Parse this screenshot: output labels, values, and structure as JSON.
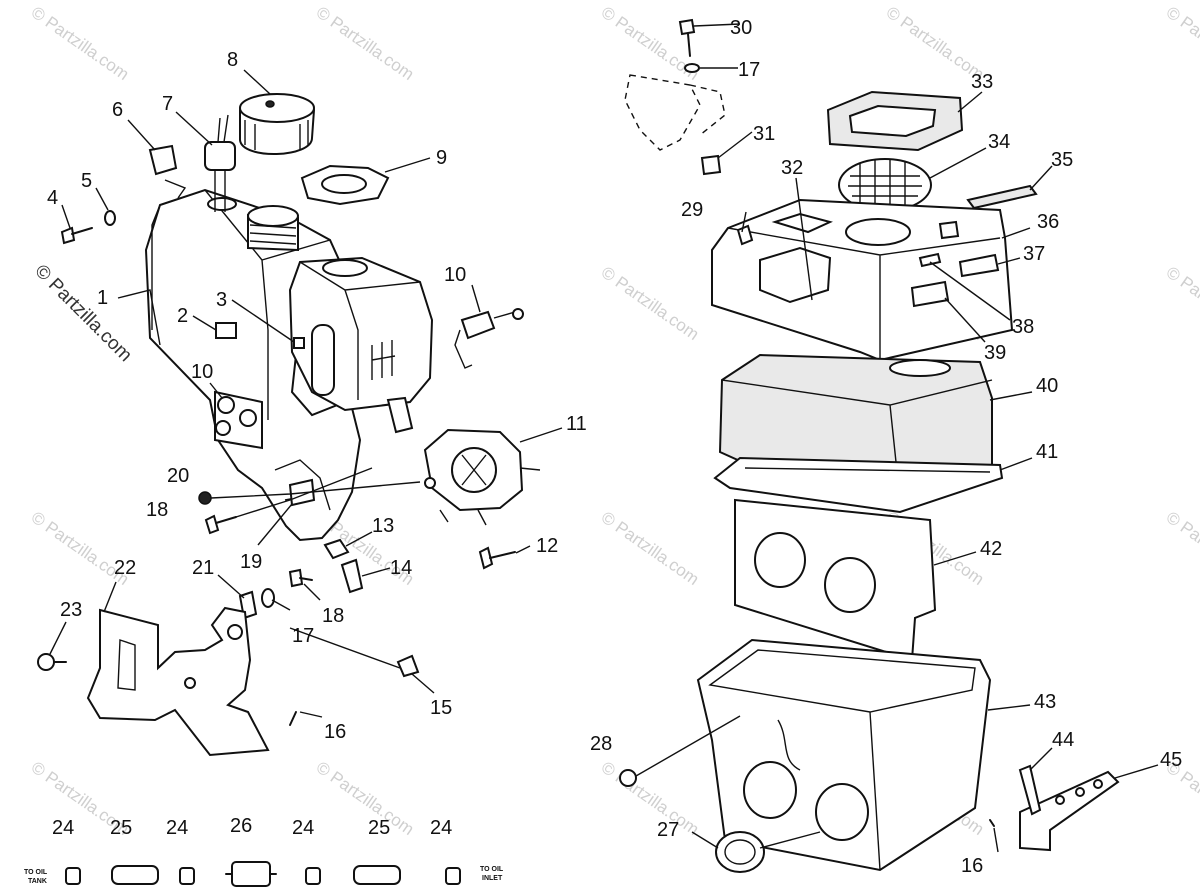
{
  "watermark": {
    "text": "© Partzilla.com"
  },
  "labels": {
    "p1": "1",
    "p2": "2",
    "p3": "3",
    "p4": "4",
    "p5": "5",
    "p6": "6",
    "p7": "7",
    "p8": "8",
    "p9": "9",
    "p10a": "10",
    "p10b": "10",
    "p11": "11",
    "p12": "12",
    "p13": "13",
    "p14": "14",
    "p15": "15",
    "p16a": "16",
    "p16b": "16",
    "p17a": "17",
    "p17b": "17",
    "p18a": "18",
    "p18b": "18",
    "p19": "19",
    "p20": "20",
    "p21": "21",
    "p22": "22",
    "p23": "23",
    "p24a": "24",
    "p24b": "24",
    "p24c": "24",
    "p24d": "24",
    "p25a": "25",
    "p25b": "25",
    "p26": "26",
    "p27": "27",
    "p28": "28",
    "p29": "29",
    "p30": "30",
    "p31": "31",
    "p32": "32",
    "p33": "33",
    "p34": "34",
    "p35": "35",
    "p36": "36",
    "p37": "37",
    "p38": "38",
    "p39": "39",
    "p40": "40",
    "p41": "41",
    "p42": "42",
    "p43": "43",
    "p44": "44",
    "p45": "45"
  },
  "notes": {
    "to_oil_tank_1": "TO OIL",
    "to_oil_tank_2": "TANK",
    "to_oil_inlet_1": "TO OIL",
    "to_oil_inlet_2": "INLET"
  },
  "colors": {
    "line": "#111111",
    "watermark": "#cfcfcf",
    "background": "#ffffff"
  }
}
